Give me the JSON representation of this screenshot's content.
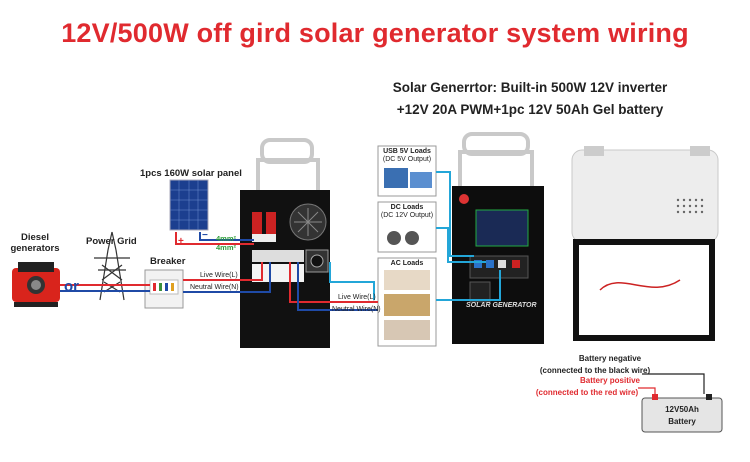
{
  "title": "12V/500W off gird solar generator system wiring",
  "subtitle_line1": "Solar Generrtor: Built-in 500W 12V inverter",
  "subtitle_line2": "+12V 20A PWM+1pc 12V 50Ah Gel battery",
  "solar_panel_label": "1pcs 160W solar panel",
  "diesel_label": "Diesel generators",
  "power_grid_label": "Power Grid",
  "or_label": "or",
  "breaker_label": "Breaker",
  "wire_live": "Live Wire(L)",
  "wire_neutral": "Neutral Wire(N)",
  "cable_spec": "4mm²",
  "panel_plus": "+",
  "panel_minus": "−",
  "usb_loads": "USB 5V Loads",
  "usb_loads_sub": "(DC 5V Output)",
  "dc_loads": "DC Loads",
  "dc_loads_sub": "(DC 12V Output)",
  "ac_loads": "AC Loads",
  "device_brand": "SOLAR GENERATOR",
  "battery_negative": "Battery negative",
  "battery_negative_note": "(connected to the black wire)",
  "battery_positive": "Battery positive",
  "battery_positive_note": "(connected to the red wire)",
  "battery_label_1": "12V50Ah",
  "battery_label_2": "Battery",
  "colors": {
    "title_red": "#e02a2f",
    "wire_red": "#e02a2f",
    "wire_blue": "#1f4aa6",
    "wire_cyan": "#23a6d8",
    "wire_green": "#2e9e3a"
  }
}
